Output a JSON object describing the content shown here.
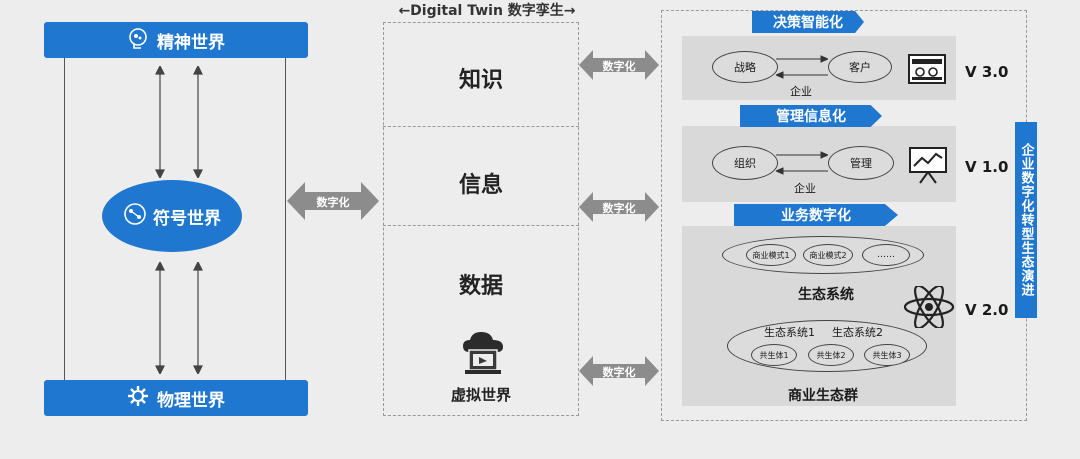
{
  "header": {
    "title": "←Digital Twin 数字孪生→"
  },
  "left": {
    "spirit_world": "精神世界",
    "symbol_world": "符号世界",
    "physical_world": "物理世界"
  },
  "middle": {
    "knowledge": "知识",
    "information": "信息",
    "data": "数据",
    "virtual_world": "虚拟世界"
  },
  "arrows": {
    "digitize_left": "数字化",
    "digitize_top": "数字化",
    "digitize_mid": "数字化",
    "digitize_bottom": "数字化"
  },
  "right": {
    "decision": {
      "banner": "决策智能化",
      "strategy": "战略",
      "customer": "客户",
      "enterprise": "企业",
      "version": "V 3.0"
    },
    "management": {
      "banner": "管理信息化",
      "organization": "组织",
      "manage": "管理",
      "enterprise": "企业",
      "version": "V 1.0"
    },
    "business": {
      "banner": "业务数字化",
      "model1": "商业模式1",
      "model2": "商业模式2",
      "more": "……",
      "ecosystem": "生态系统",
      "eco1": "生态系统1",
      "eco2": "生态系统2",
      "sym1": "共生体1",
      "sym2": "共生体2",
      "sym3": "共生体3",
      "group": "商业生态群",
      "version": "V 2.0"
    },
    "side_bar": "企业数字化转型生态演进"
  },
  "colors": {
    "accent": "#1f77d0",
    "arrow": "#8c8c8c"
  }
}
